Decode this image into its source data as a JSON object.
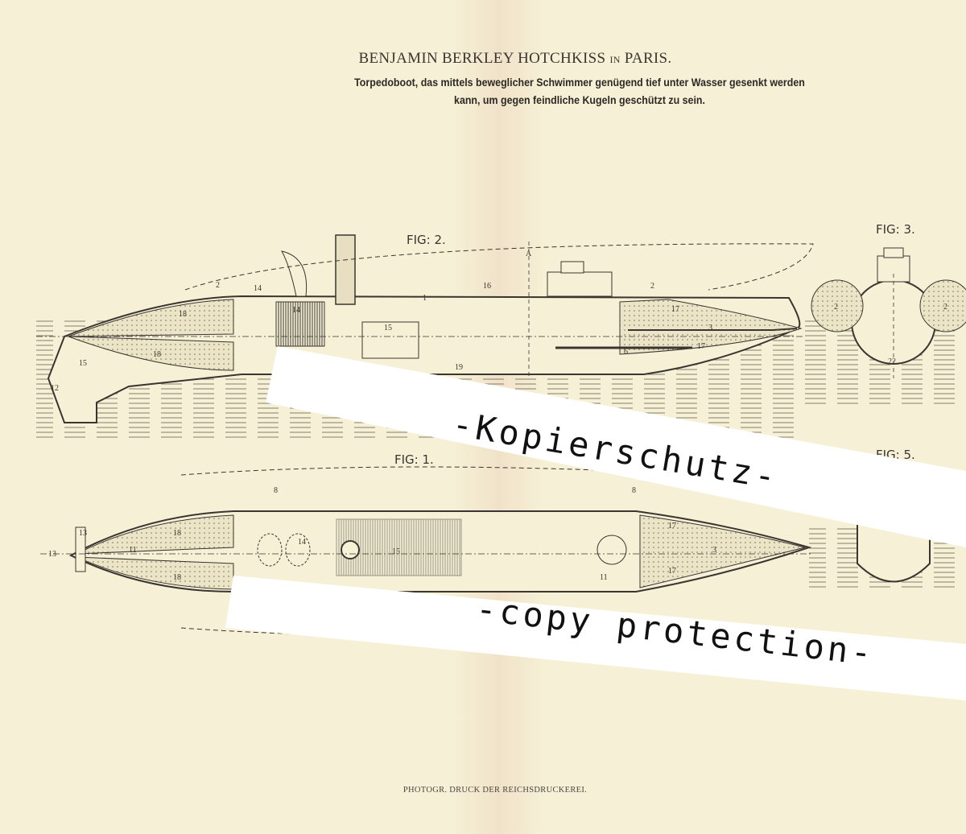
{
  "header": {
    "inventor": "BENJAMIN BERKLEY HOTCHKISS",
    "in_word": "IN",
    "city": "PARIS.",
    "title_line1": "Torpedoboot, das mittels beweglicher Schwimmer genügend tief unter Wasser gesenkt werden",
    "title_line2": "kann, um gegen feindliche Kugeln geschützt zu sein."
  },
  "figures": {
    "fig2": "FIG: 2.",
    "fig3": "FIG: 3.",
    "fig1": "FIG: 1.",
    "fig5": "FIG: 5.",
    "section_mark": "A"
  },
  "labels": {
    "fig2": [
      "2",
      "14",
      "1",
      "16",
      "18",
      "14",
      "15",
      "18",
      "12",
      "15",
      "19",
      "2",
      "17",
      "17",
      "3",
      "6"
    ],
    "fig1": [
      "13",
      "15",
      "18",
      "18",
      "14",
      "13",
      "11",
      "11",
      "8",
      "8",
      "17",
      "17",
      "3"
    ],
    "fig3": [
      "2",
      "2",
      "22"
    ]
  },
  "watermarks": {
    "german": "-Kopierschutz-",
    "english": "-copy protection-"
  },
  "footer": "PHOTOGR. DRUCK DER REICHSDRUCKEREI."
}
